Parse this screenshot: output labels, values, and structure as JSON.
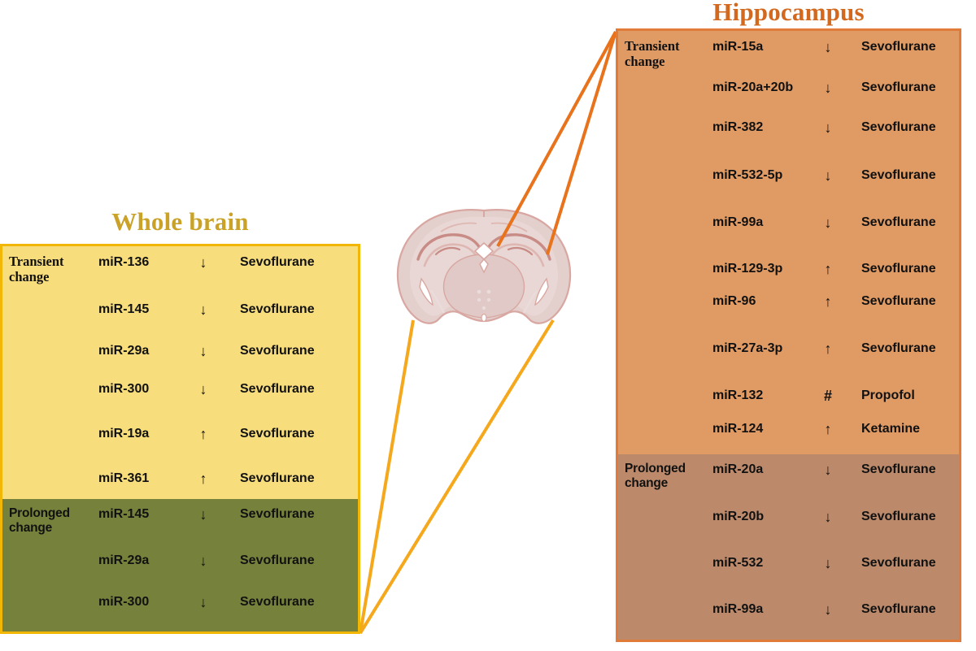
{
  "figure": {
    "background": "#ffffff",
    "colors": {
      "whole_brain_title": "#C9A227",
      "whole_brain_border": "#F2B705",
      "whole_brain_transient_bg": "#F8DD7C",
      "whole_brain_prolonged_bg": "#76823C",
      "hippocampus_title": "#D2691E",
      "hippocampus_border": "#E07B39",
      "hippocampus_transient_bg": "#E09A63",
      "hippocampus_prolonged_bg": "#BC8A6B",
      "connector_orange": "#E8731C",
      "connector_yellow": "#F5A81C",
      "brain_fill": "#E3CFCC",
      "brain_outline": "#D9A7A2"
    }
  },
  "brain_figure": {
    "icon": "coronal-brain-section-icon",
    "description": "Coronal section of a mouse brain"
  },
  "whole_brain": {
    "title": "Whole brain",
    "sections": [
      {
        "label": "Transient change",
        "label_line1": "Transient",
        "label_line2": "change",
        "rows": [
          {
            "mirna": "miR-136",
            "direction": "↓",
            "drug": "Sevoflurane"
          },
          {
            "mirna": "miR-145",
            "direction": "↓",
            "drug": "Sevoflurane"
          },
          {
            "mirna": "miR-29a",
            "direction": "↓",
            "drug": "Sevoflurane"
          },
          {
            "mirna": "miR-300",
            "direction": "↓",
            "drug": "Sevoflurane"
          },
          {
            "mirna": "miR-19a",
            "direction": "↑",
            "drug": "Sevoflurane"
          },
          {
            "mirna": "miR-361",
            "direction": "↑",
            "drug": "Sevoflurane"
          }
        ]
      },
      {
        "label": "Prolonged change",
        "label_line1": "Prolonged",
        "label_line2": "change",
        "rows": [
          {
            "mirna": "miR-145",
            "direction": "↓",
            "drug": "Sevoflurane"
          },
          {
            "mirna": "miR-29a",
            "direction": "↓",
            "drug": "Sevoflurane"
          },
          {
            "mirna": "miR-300",
            "direction": "↓",
            "drug": "Sevoflurane"
          }
        ]
      }
    ]
  },
  "hippocampus": {
    "title": "Hippocampus",
    "sections": [
      {
        "label": "Transient change",
        "label_line1": "Transient",
        "label_line2": "change",
        "rows": [
          {
            "mirna": "miR-15a",
            "direction": "↓",
            "drug": "Sevoflurane"
          },
          {
            "mirna": "miR-20a+20b",
            "direction": "↓",
            "drug": "Sevoflurane"
          },
          {
            "mirna": "miR-382",
            "direction": "↓",
            "drug": "Sevoflurane"
          },
          {
            "mirna": "miR-532-5p",
            "direction": "↓",
            "drug": "Sevoflurane"
          },
          {
            "mirna": "miR-99a",
            "direction": "↓",
            "drug": "Sevoflurane"
          },
          {
            "mirna": "miR-129-3p",
            "direction": "↑",
            "drug": "Sevoflurane"
          },
          {
            "mirna": "miR-96",
            "direction": "↑",
            "drug": "Sevoflurane"
          },
          {
            "mirna": "miR-27a-3p",
            "direction": "↑",
            "drug": "Sevoflurane"
          },
          {
            "mirna": "miR-132",
            "direction": "#",
            "drug": "Propofol"
          },
          {
            "mirna": "miR-124",
            "direction": "↑",
            "drug": "Ketamine"
          }
        ]
      },
      {
        "label": "Prolonged change",
        "label_line1": "Prolonged",
        "label_line2": "change",
        "rows": [
          {
            "mirna": "miR-20a",
            "direction": "↓",
            "drug": "Sevoflurane"
          },
          {
            "mirna": "miR-20b",
            "direction": "↓",
            "drug": "Sevoflurane"
          },
          {
            "mirna": "miR-532",
            "direction": "↓",
            "drug": "Sevoflurane"
          },
          {
            "mirna": "miR-99a",
            "direction": "↓",
            "drug": "Sevoflurane"
          }
        ]
      }
    ]
  }
}
